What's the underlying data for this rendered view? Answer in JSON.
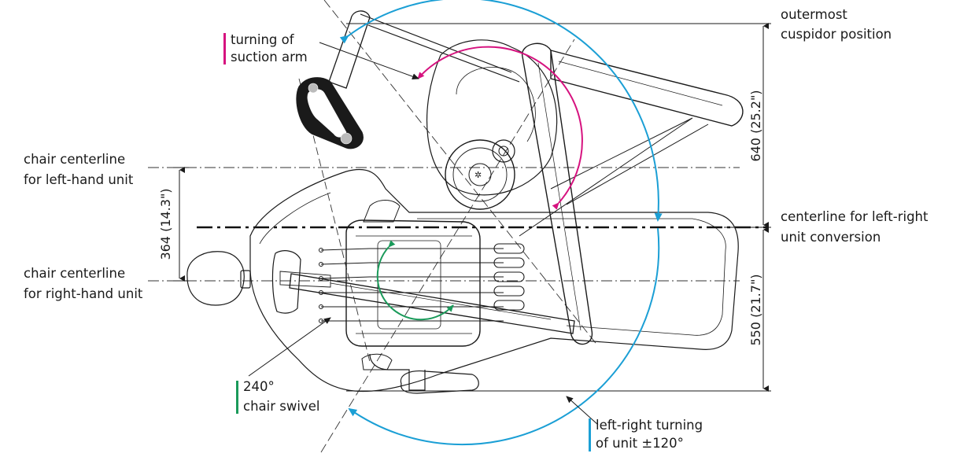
{
  "labels": {
    "suction_arm": [
      "turning of",
      "suction arm"
    ],
    "cuspidor": [
      "outermost",
      "cuspidor position"
    ],
    "left_hand": [
      "chair centerline",
      "for left-hand unit"
    ],
    "right_hand": [
      "chair centerline",
      "for right-hand unit"
    ],
    "conversion": [
      "centerline for left-right",
      "unit conversion"
    ],
    "swivel": [
      "240°",
      "chair swivel"
    ],
    "unit_turning": [
      "left-right turning",
      "of unit ±120°"
    ]
  },
  "dimensions": {
    "top": "640 (25.2\")",
    "middle": "364 (14.3\")",
    "bottom": "550 (21.7\")"
  },
  "colors": {
    "suction_arm": "#d6127f",
    "chair_swivel": "#1a9a5a",
    "unit_turning": "#1b9fd5",
    "line": "#1a1a1a"
  }
}
